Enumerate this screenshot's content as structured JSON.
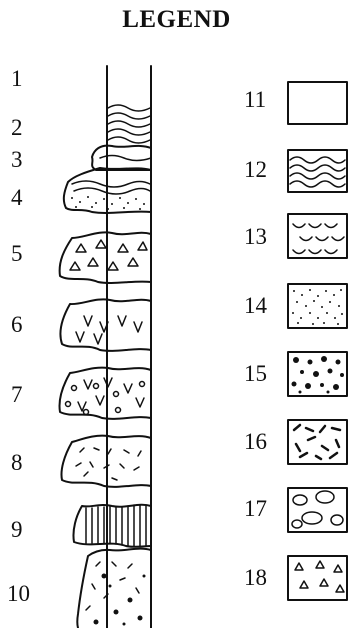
{
  "title": "LEGEND",
  "column_numbers": [
    "1",
    "2",
    "3",
    "4",
    "5",
    "6",
    "7",
    "8",
    "9",
    "10"
  ],
  "legend_numbers": [
    "11",
    "12",
    "13",
    "14",
    "15",
    "16",
    "17",
    "18"
  ],
  "legend_items": [
    {
      "number": "11",
      "pattern": "blank"
    },
    {
      "number": "12",
      "pattern": "wavy-lines"
    },
    {
      "number": "13",
      "pattern": "scallops"
    },
    {
      "number": "14",
      "pattern": "fine-dots"
    },
    {
      "number": "15",
      "pattern": "coarse-grains"
    },
    {
      "number": "16",
      "pattern": "dashes"
    },
    {
      "number": "17",
      "pattern": "pebbles"
    },
    {
      "number": "18",
      "pattern": "triangles"
    }
  ]
}
